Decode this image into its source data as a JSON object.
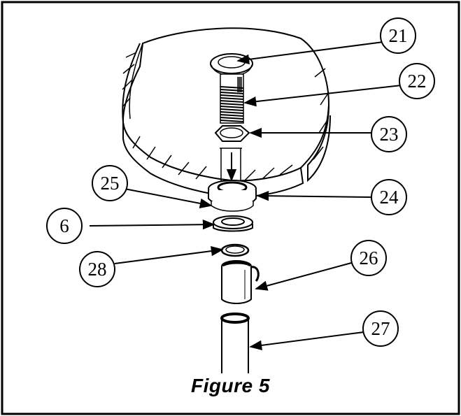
{
  "figure": {
    "caption": "Figure 5"
  },
  "callouts": [
    {
      "id": "21",
      "text": "21"
    },
    {
      "id": "22",
      "text": "22"
    },
    {
      "id": "23",
      "text": "23"
    },
    {
      "id": "25",
      "text": "25"
    },
    {
      "id": "24",
      "text": "24"
    },
    {
      "id": "6",
      "text": "6"
    },
    {
      "id": "26",
      "text": "26"
    },
    {
      "id": "28",
      "text": "28"
    },
    {
      "id": "27",
      "text": "27"
    }
  ]
}
